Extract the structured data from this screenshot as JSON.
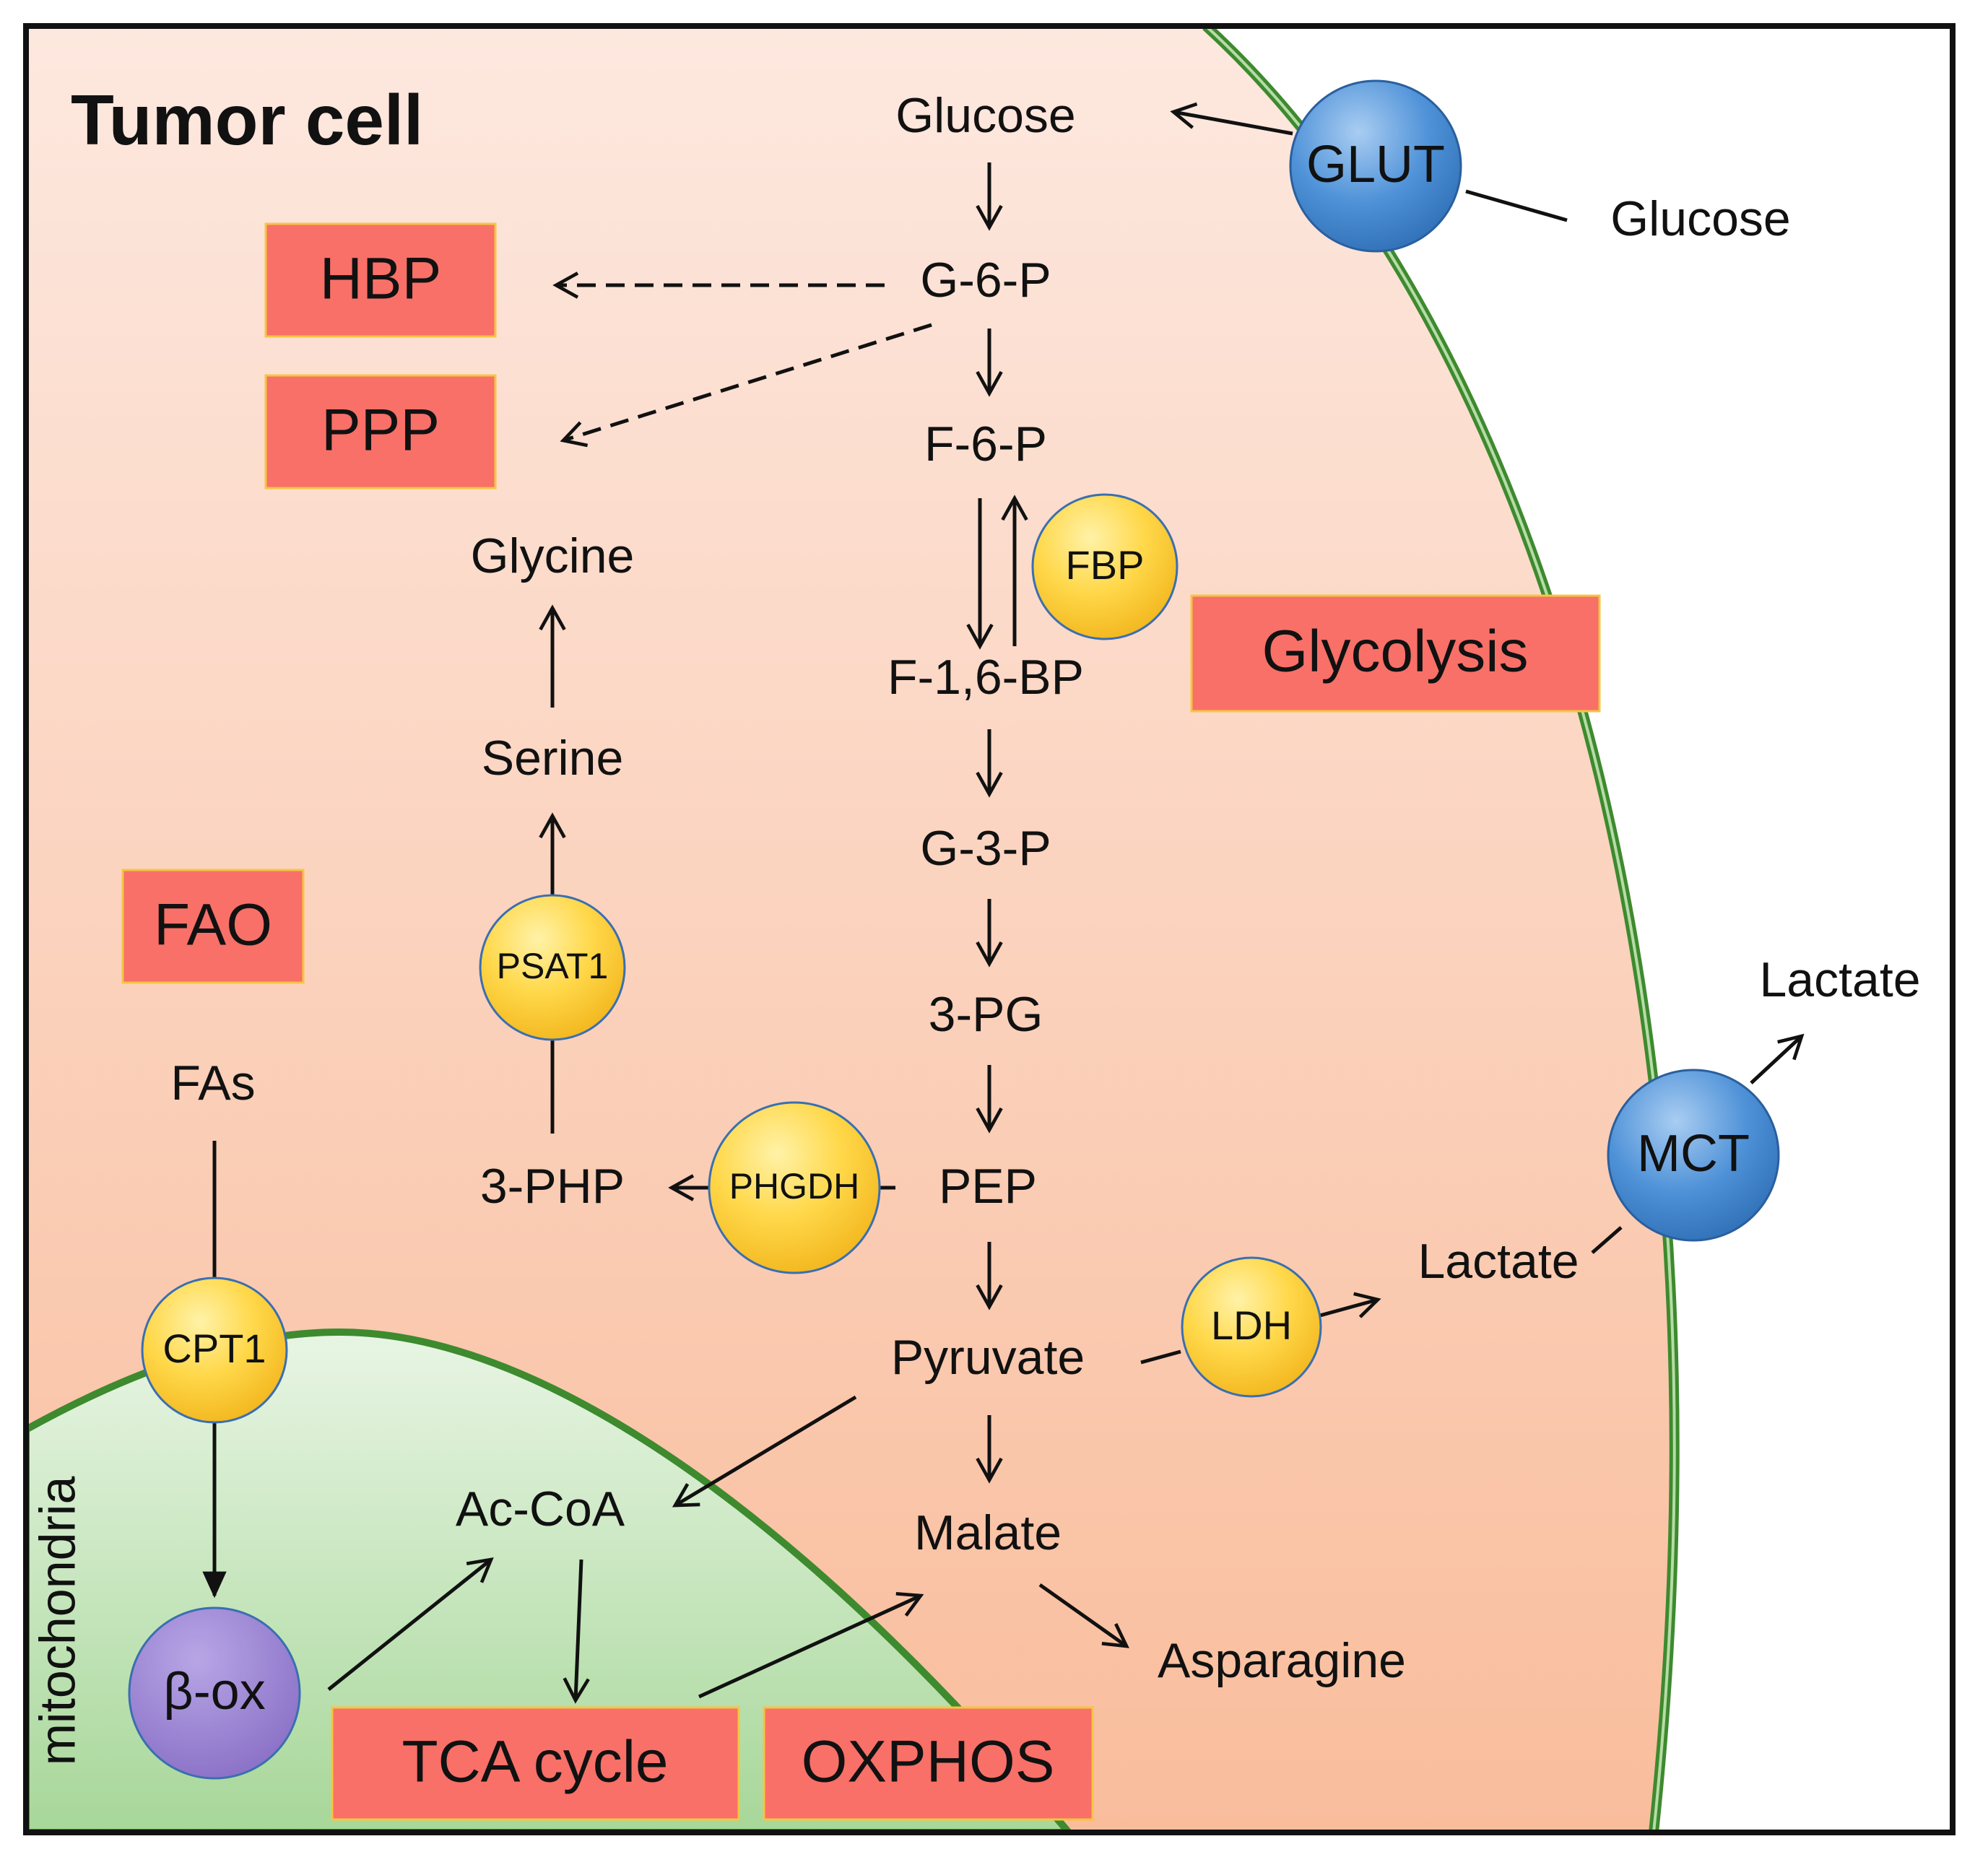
{
  "title": "Tumor cell",
  "compartment_label": "mitochondria",
  "pathway_boxes": {
    "hbp": "HBP",
    "ppp": "PPP",
    "glycolysis": "Glycolysis",
    "fao": "FAO",
    "tca": "TCA cycle",
    "oxphos": "OXPHOS"
  },
  "metabolites": {
    "glucose_in": "Glucose",
    "glucose_out": "Glucose",
    "g6p": "G-6-P",
    "f6p": "F-6-P",
    "f16bp": "F-1,6-BP",
    "g3p": "G-3-P",
    "pg3": "3-PG",
    "pep": "PEP",
    "pyruvate": "Pyruvate",
    "malate": "Malate",
    "asparagine": "Asparagine",
    "accoa": "Ac-CoA",
    "glycine": "Glycine",
    "serine": "Serine",
    "php3": "3-PHP",
    "fas": "FAs",
    "lactate_in": "Lactate",
    "lactate_out": "Lactate"
  },
  "enzymes": {
    "fbp": "FBP",
    "psat1": "PSAT1",
    "phgdh": "PHGDH",
    "ldh": "LDH",
    "cpt1": "CPT1",
    "box": "β-ox"
  },
  "transporters": {
    "glut": "GLUT",
    "mct": "MCT"
  },
  "colors": {
    "cytoplasm_top": "#fde8df",
    "cytoplasm_bottom": "#f9bf9f",
    "mito_top": "#e6f4e2",
    "mito_bottom": "#a9d89b",
    "membrane": "#3e8a2f",
    "pathway_box": "#f87068",
    "enzyme": "#ffd84a",
    "transporter": "#4a8fd6",
    "beta_ox": "#9b86cf"
  }
}
